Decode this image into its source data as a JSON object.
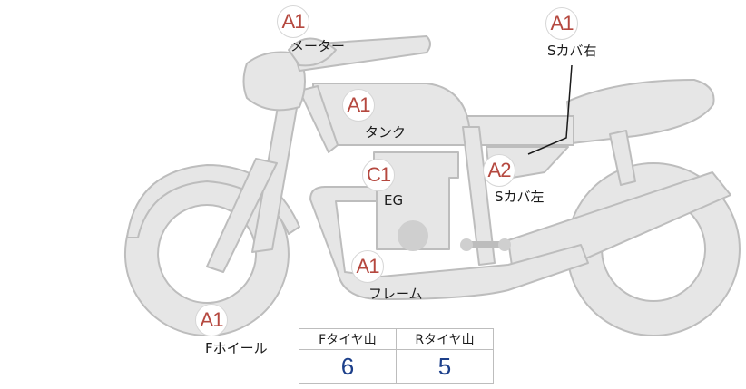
{
  "parts": [
    {
      "id": "meter",
      "grade": "A1",
      "label": "メーター"
    },
    {
      "id": "scover-right",
      "grade": "A1",
      "label": "Sカバ右"
    },
    {
      "id": "tank",
      "grade": "A1",
      "label": "タンク"
    },
    {
      "id": "engine",
      "grade": "C1",
      "label": "EG"
    },
    {
      "id": "scover-left",
      "grade": "A2",
      "label": "Sカバ左"
    },
    {
      "id": "frame",
      "grade": "A1",
      "label": "フレーム"
    },
    {
      "id": "front-wheel",
      "grade": "A1",
      "label": "Fホイール"
    }
  ],
  "tire_tread": {
    "headers": [
      "Fタイヤ山",
      "Rタイヤ山"
    ],
    "values": [
      "6",
      "5"
    ]
  },
  "colors": {
    "grade_text": "#b5483f",
    "tread_value": "#1c3f8a",
    "bike_fill": "#e6e6e6",
    "bike_stroke": "#bdbdbd"
  }
}
